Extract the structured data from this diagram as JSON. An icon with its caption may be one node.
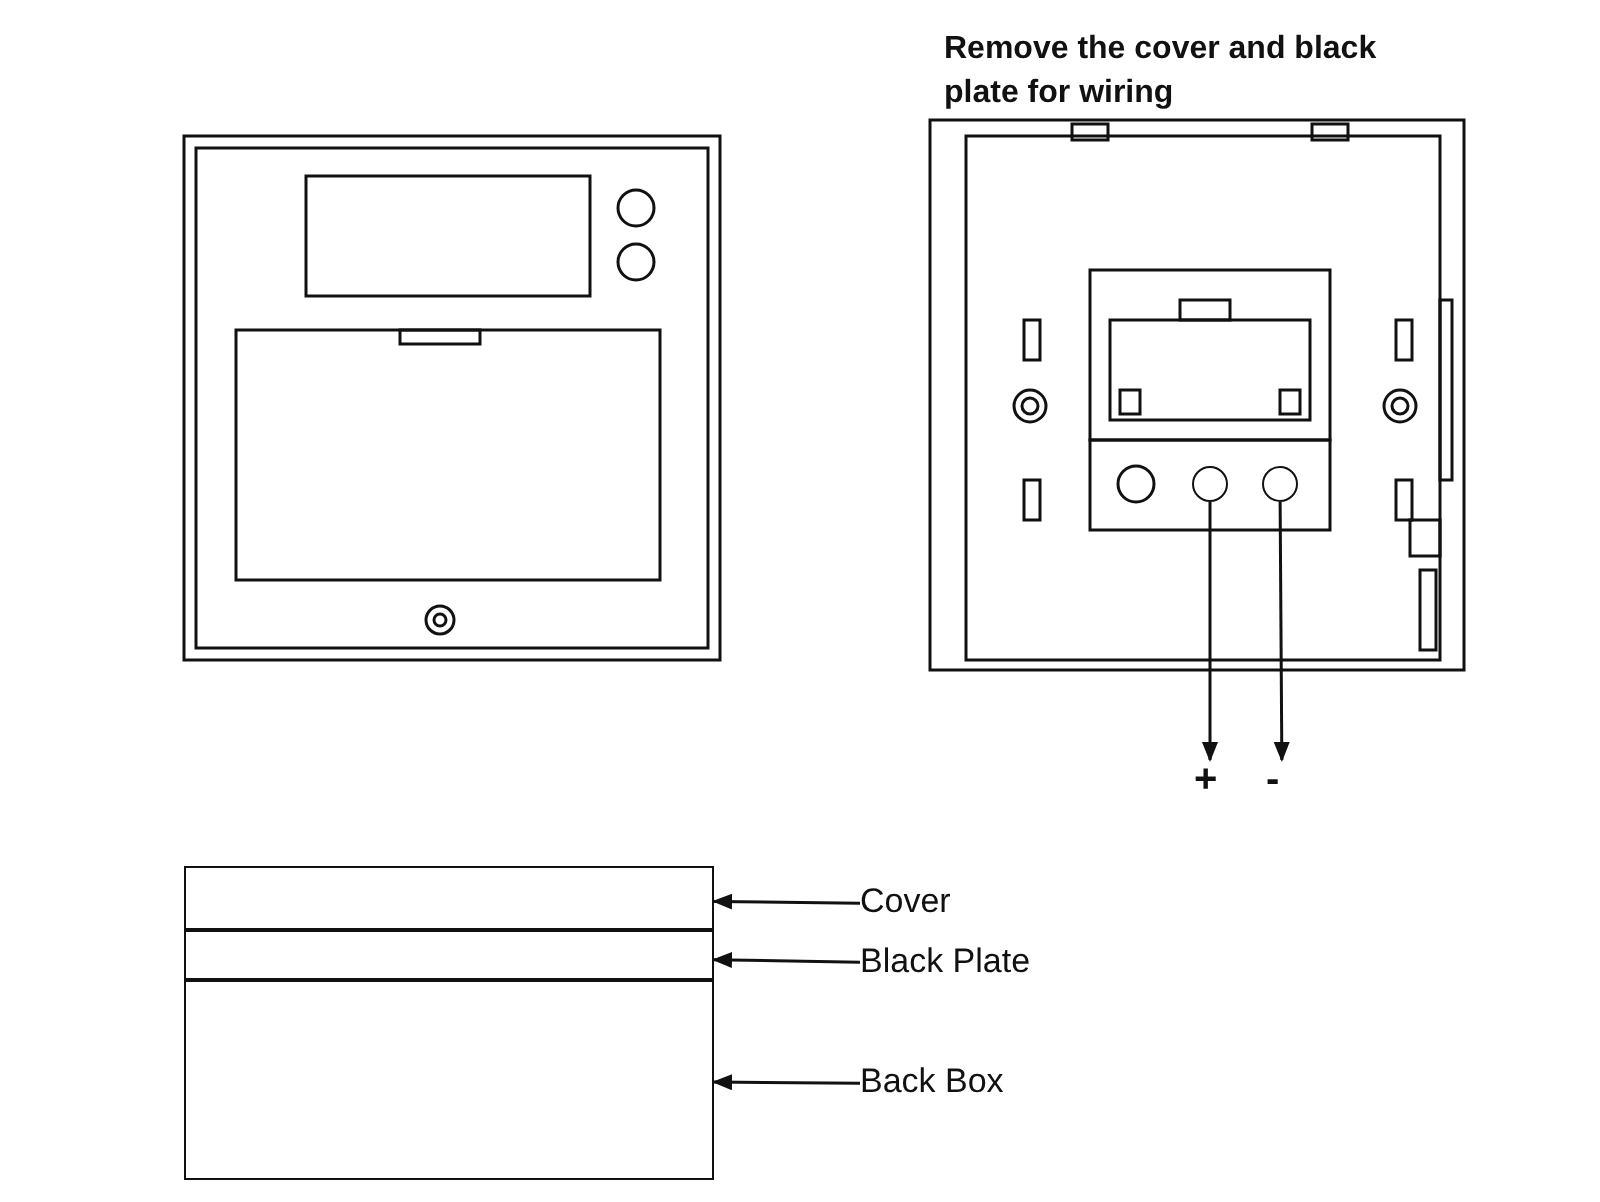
{
  "diagram": {
    "nodes": [
      {
        "text": [],
        "shape": "circle"
      },
      {
        "text": [],
        "shape": "circle"
      },
      {
        "text": [
          "+"
        ]
      },
      {
        "text": [
          "-"
        ]
      },
      {
        "text": [],
        "shape": "box"
      },
      {
        "text": [
          "Cover"
        ]
      },
      {
        "text": [],
        "shape": "box"
      },
      {
        "text": [
          "Black Plate"
        ]
      },
      {
        "text": [],
        "shape": "box"
      },
      {
        "text": [
          "Back Box"
        ]
      }
    ],
    "edges": [
      {
        "from": 0,
        "to": 2,
        "arrow": "to"
      },
      {
        "from": 1,
        "to": 3,
        "arrow": "to"
      },
      {
        "from": 5,
        "to": 4,
        "arrow": "to"
      },
      {
        "from": 7,
        "to": 6,
        "arrow": "to"
      },
      {
        "from": 9,
        "to": 8,
        "arrow": "to"
      }
    ],
    "labels": [
      "Remove the cover and black plate for wiring"
    ]
  }
}
